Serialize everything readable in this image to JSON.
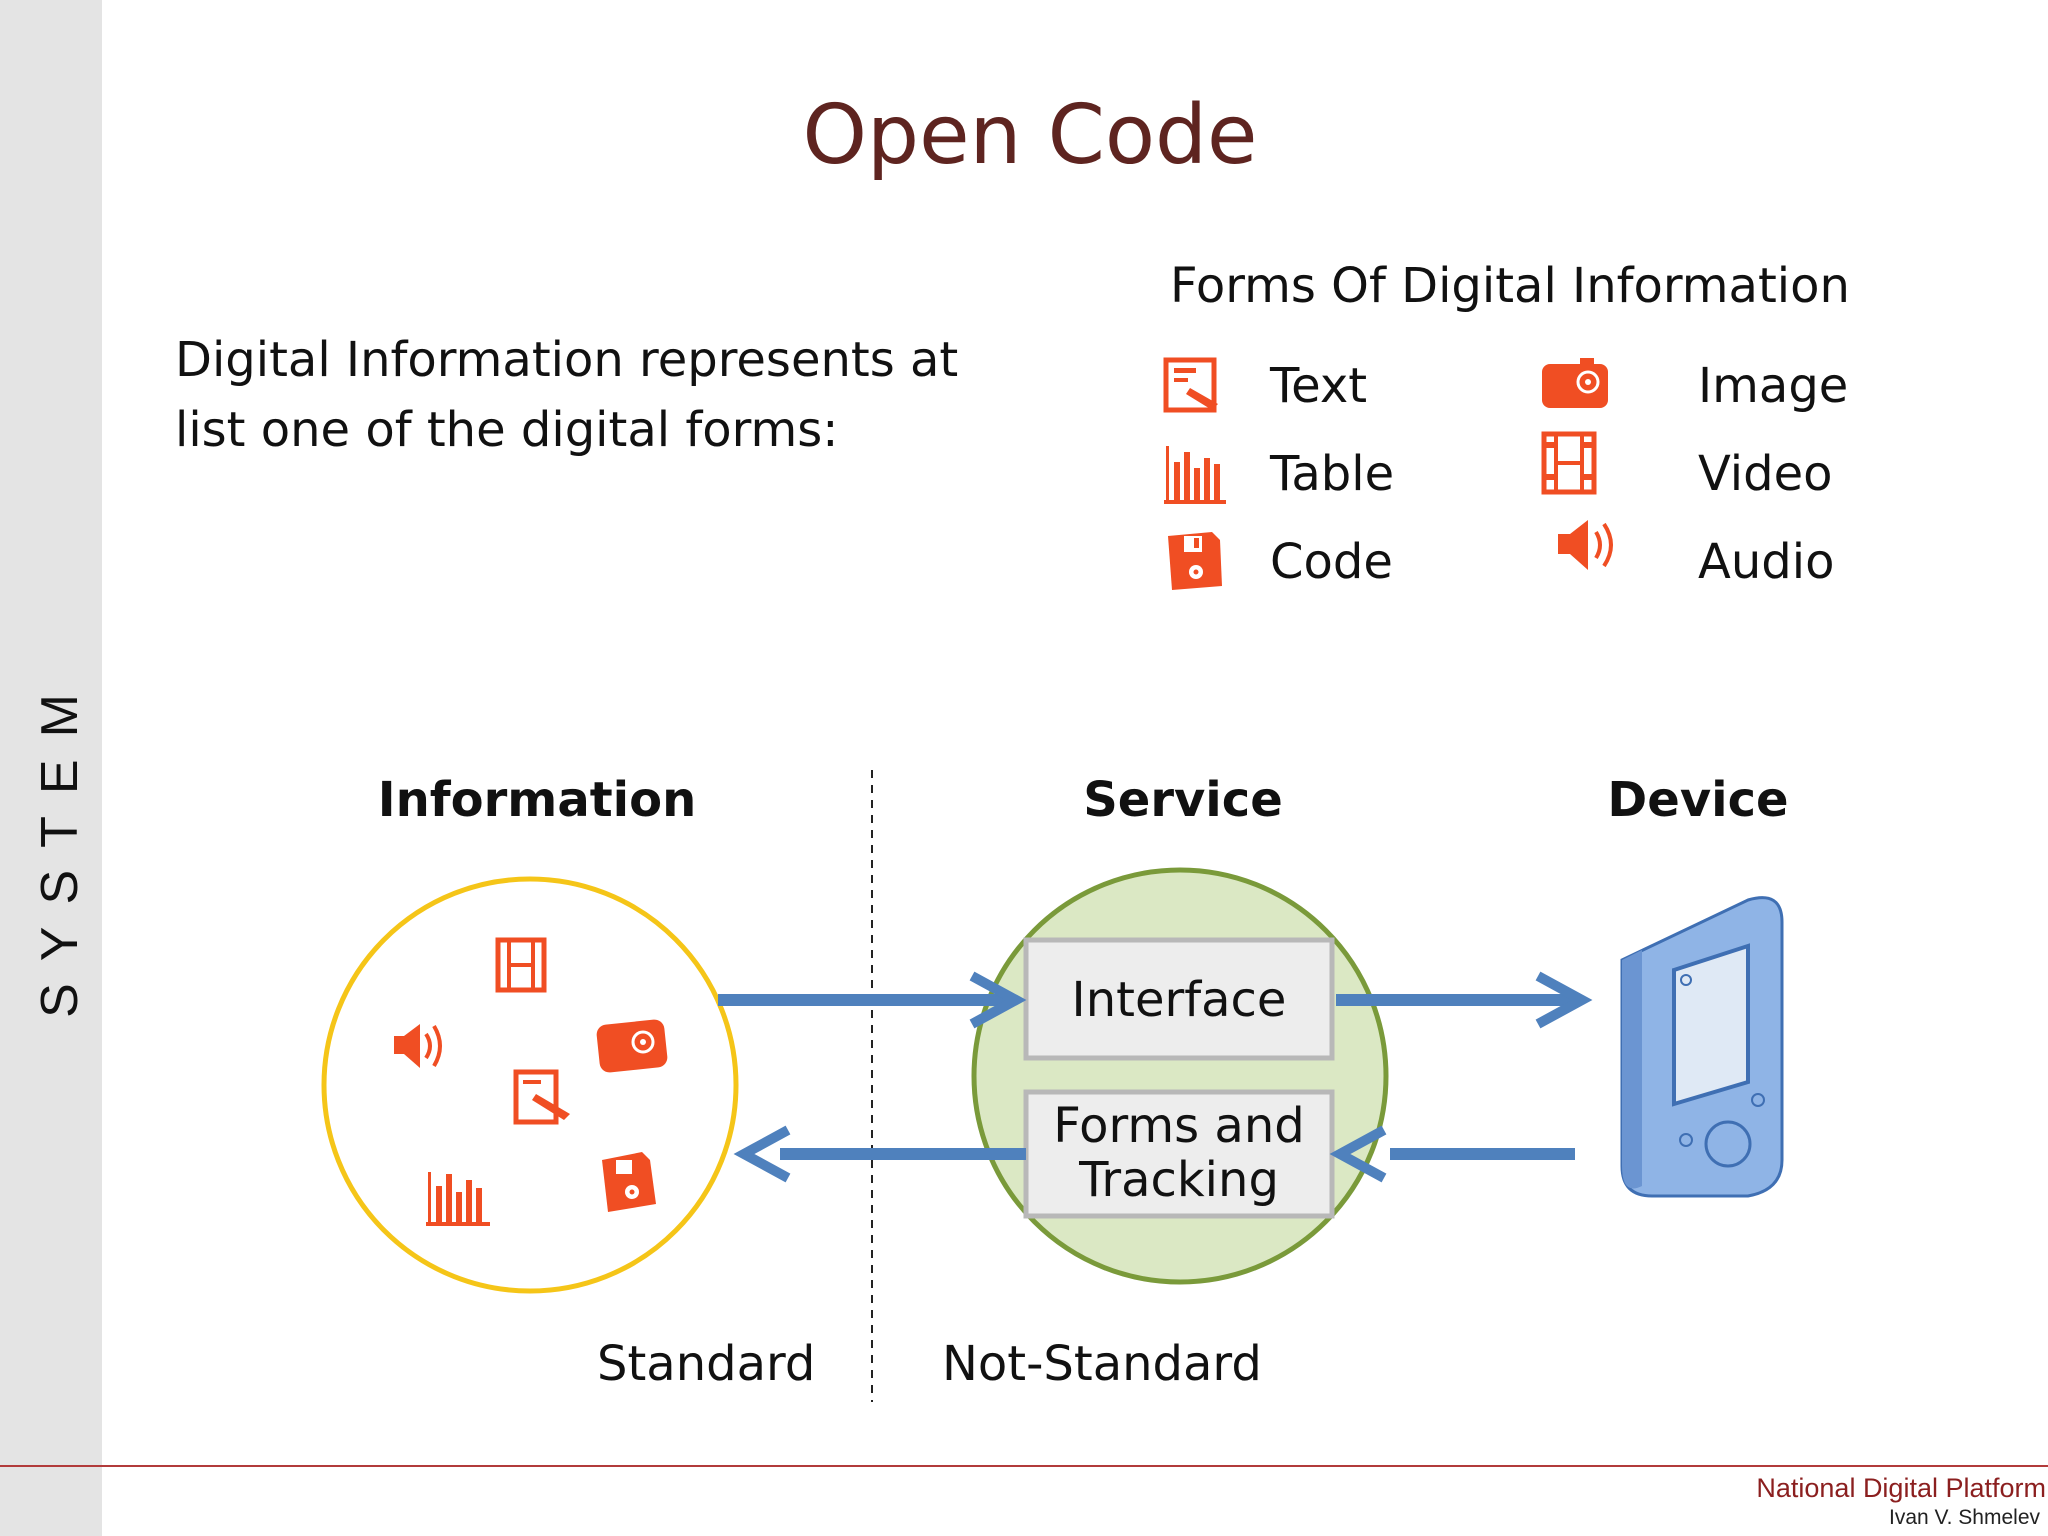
{
  "sidebar": {
    "label": "SYSTEM"
  },
  "title": "Open Code",
  "intro": "Digital Information represents at list one of the digital forms:",
  "forms": {
    "heading": "Forms Of Digital Information",
    "items": [
      {
        "label": "Text",
        "icon": "text-document-icon"
      },
      {
        "label": "Image",
        "icon": "camera-icon"
      },
      {
        "label": "Table",
        "icon": "bar-chart-icon"
      },
      {
        "label": "Video",
        "icon": "film-strip-icon"
      },
      {
        "label": "Code",
        "icon": "floppy-disk-icon"
      },
      {
        "label": "Audio",
        "icon": "speaker-icon"
      }
    ],
    "icon_color": "#f04e23"
  },
  "diagram": {
    "columns": {
      "information": "Information",
      "service": "Service",
      "device": "Device"
    },
    "interface_label": "Interface",
    "tracking_label": [
      "Forms and",
      "Tracking"
    ],
    "standard_label": "Standard",
    "not_standard_label": "Not-Standard",
    "colors": {
      "information_circle": "#f5c518",
      "service_circle_fill": "#dbe8c4",
      "service_circle_stroke": "#7a9a3a",
      "arrow": "#4f81bd",
      "device": "#8fb4e6"
    }
  },
  "footer": {
    "brand": "National Digital Platform",
    "author": "Ivan V. Shmelev"
  }
}
